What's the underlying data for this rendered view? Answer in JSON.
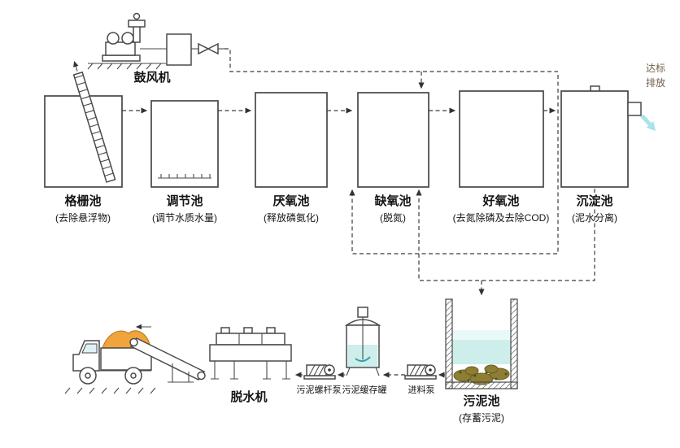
{
  "blower": {
    "label": "鼓风机"
  },
  "discharge": {
    "line1": "达标",
    "line2": "排放"
  },
  "tanks": [
    {
      "name": "格栅池",
      "desc": "(去除悬浮物)"
    },
    {
      "name": "调节池",
      "desc": "(调节水质水量)"
    },
    {
      "name": "厌氧池",
      "desc": "(释放磷氨化)"
    },
    {
      "name": "缺氧池",
      "desc": "(脱氮)"
    },
    {
      "name": "好氧池",
      "desc": "(去氮除磷及去除COD)"
    },
    {
      "name": "沉淀池",
      "desc": "(泥水分离)"
    }
  ],
  "sludge_line": {
    "dewaterer": "脱水机",
    "screw_pump": "污泥螺杆泵",
    "buffer_tank": "污泥缓存罐",
    "feed_pump": "进料泵",
    "sludge_tank": "污泥池",
    "sludge_tank_desc": "(存蓄污泥)"
  },
  "colors": {
    "water": "#cdeeeb",
    "water_light": "#e9f9f7",
    "truck_load_orange": "#f2a43c",
    "media_olive": "#97874b",
    "sludge_olive": "#8f7d33",
    "teal_accent": "#49b0bd"
  }
}
